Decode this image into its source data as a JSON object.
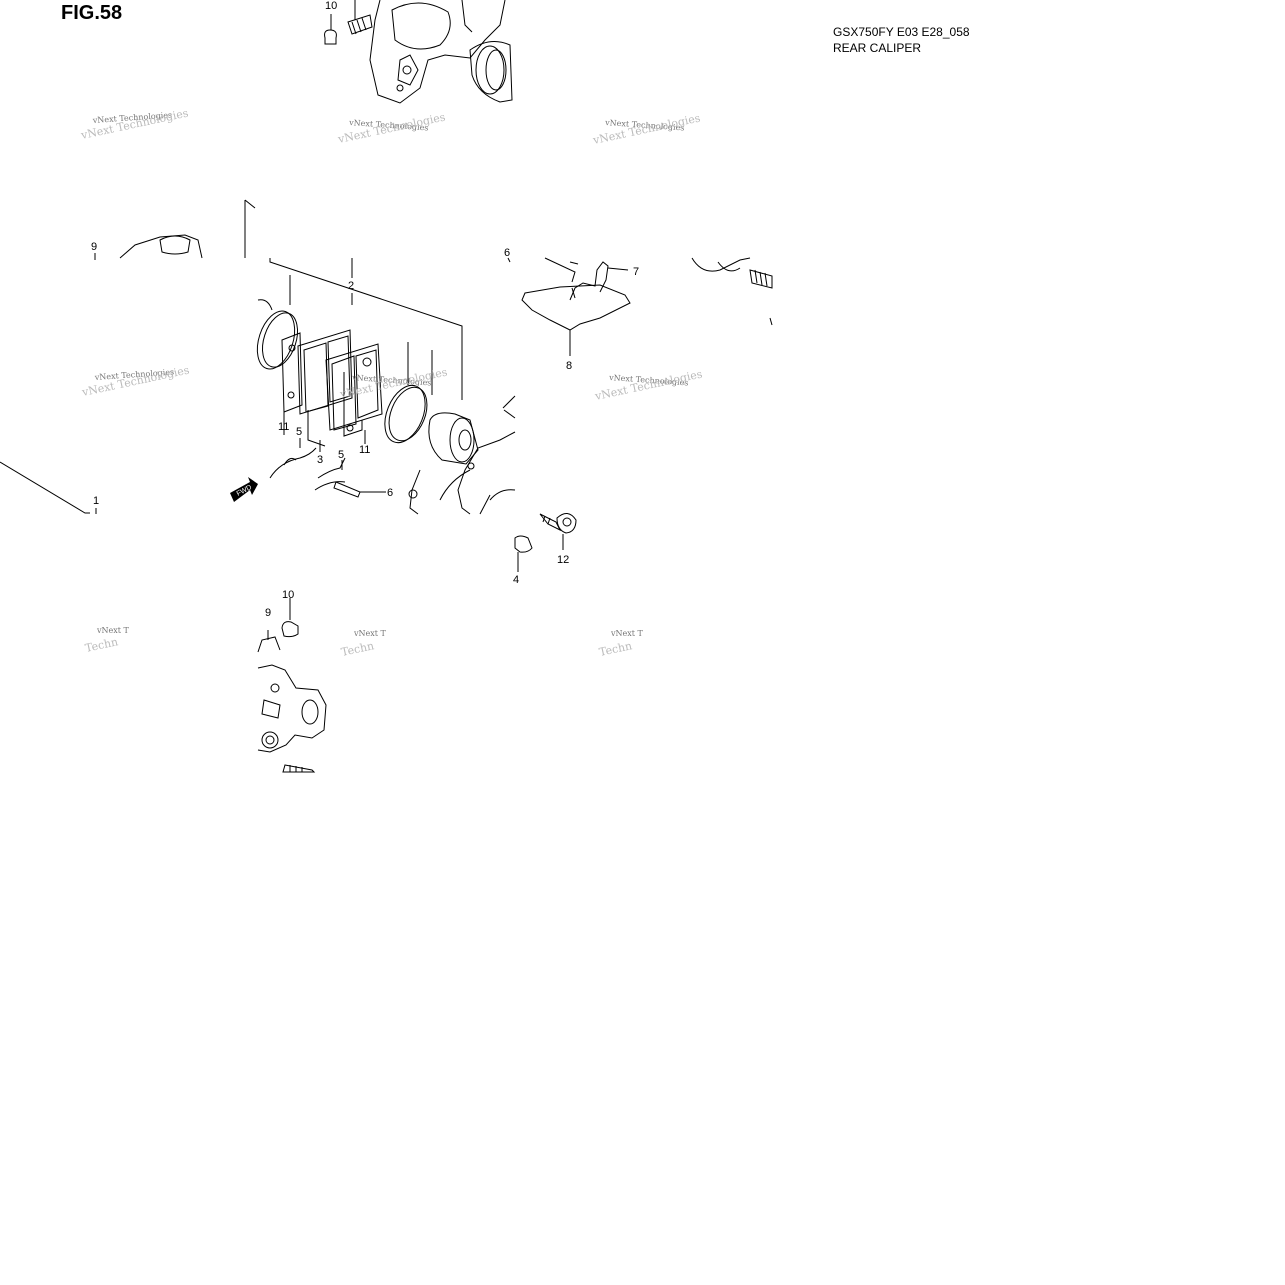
{
  "figure": {
    "number": "FIG.58",
    "model_code": "GSX750FY E03 E28_058",
    "name": "REAR CALIPER"
  },
  "watermark": {
    "text": "vNext Technologies",
    "text_fragment": "vNext T",
    "under_text_fragment": "Techn"
  },
  "callouts": {
    "c1": "1",
    "c2": "2",
    "c3": "3",
    "c4": "4",
    "c5a": "5",
    "c5b": "5",
    "c6a": "6",
    "c6b": "6",
    "c7": "7",
    "c8": "8",
    "c9a": "9",
    "c9b": "9",
    "c10a": "10",
    "c10b": "10",
    "c11a": "11",
    "c11b": "11",
    "c12": "12"
  },
  "fwd_label": "FWD",
  "colors": {
    "ink": "#000000",
    "watermark": "#777777",
    "background": "#ffffff"
  }
}
